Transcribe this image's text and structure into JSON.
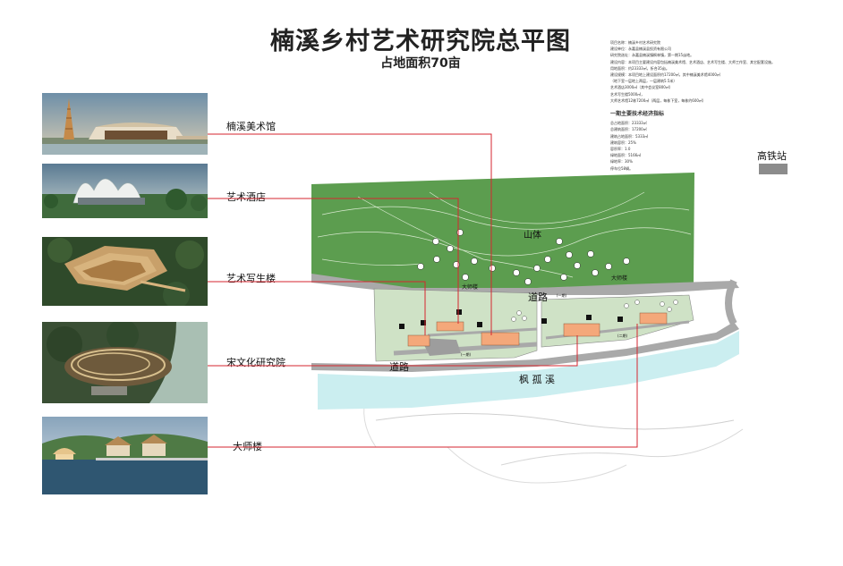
{
  "title": "楠溪乡村艺术研究院总平图",
  "subtitle": "占地面积70亩",
  "project_info": [
    "项目名称：楠溪乡村艺术研究院",
    "建设单位：永嘉县楠溪县投资有限公司",
    "研究院选址：永嘉县楠溪镇枫林镇，第一期15亩地。",
    "建设内容：本项目主要建设内容包括楠溪美术馆、艺术酒店、艺术写生楼、大师工作室、其它配套设施。",
    "用地面积：约23333㎡，折合35亩。",
    "建设规模：本项目地上建设面积约17200㎡，其中楠溪美术馆4000㎡",
    "（地下室一层地上两层，一层建筑5.5米）",
    "艺术酒店3000㎡（其中会议室800㎡）",
    "艺术写生楼5000㎡，",
    "大师艺术馆12栋7200㎡（两层，每栋下室，每栋约600㎡）"
  ],
  "econ_heading": "一期主要技术经济指标",
  "econ_items": [
    "总占地面积：23333㎡",
    "总建筑面积：17200㎡",
    "建筑占地面积：5333㎡",
    "建筑容积：25%",
    "容积率：1.0",
    "绿地面积：5166㎡",
    "绿地率：30%",
    "停车位58辆。"
  ],
  "hsr_label": "高铁站",
  "photos": [
    {
      "name": "楠溪美术馆",
      "icon": "timber-tower-museum"
    },
    {
      "name": "艺术酒店",
      "icon": "wave-roof-hotel"
    },
    {
      "name": "艺术写生楼",
      "icon": "terraced-studio"
    },
    {
      "name": "宋文化研究院",
      "icon": "curved-institute"
    },
    {
      "name": "大师楼",
      "icon": "waterfront-villas"
    }
  ],
  "map_labels": {
    "mountain": "山体",
    "road": "道路",
    "road_lower": "道路",
    "river": "枫 孤 溪",
    "master_upper": "大师楼",
    "master_right": "大师楼",
    "road_note_a": "(一期)",
    "road_note_b": "(二期)",
    "road_note_c": "(一期)"
  },
  "colors": {
    "mountain": "#5c9d4f",
    "site": "#cfe2c6",
    "road": "#a9a9a9",
    "river": "#cbeef0",
    "building": "#f4a87a",
    "connector": "#d6262f"
  }
}
